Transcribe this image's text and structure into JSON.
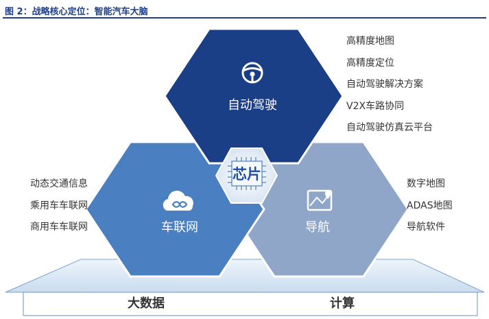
{
  "figure": {
    "title": "图 2：战略核心定位：智能汽车大脑"
  },
  "hexagons": {
    "top": {
      "label": "自动驾驶",
      "icon": "steering-wheel-icon",
      "color": "#1a3f86"
    },
    "left": {
      "label": "车联网",
      "icon": "cloud-infinity-icon",
      "color": "#4a7fc1"
    },
    "right": {
      "label": "导航",
      "icon": "map-pin-icon",
      "color": "#8fa6c8"
    }
  },
  "center": {
    "label": "芯片",
    "icon": "chip-icon"
  },
  "lists": {
    "top": [
      "高精度地图",
      "高精度定位",
      "自动驾驶解决方案",
      "V2X车路协同",
      "自动驾驶仿真云平台"
    ],
    "left": [
      "动态交通信息",
      "乘用车车联网",
      "商用车车联网"
    ],
    "right": [
      "数字地图",
      "ADAS地图",
      "导航软件"
    ]
  },
  "base": {
    "left_label": "大数据",
    "right_label": "计算"
  }
}
